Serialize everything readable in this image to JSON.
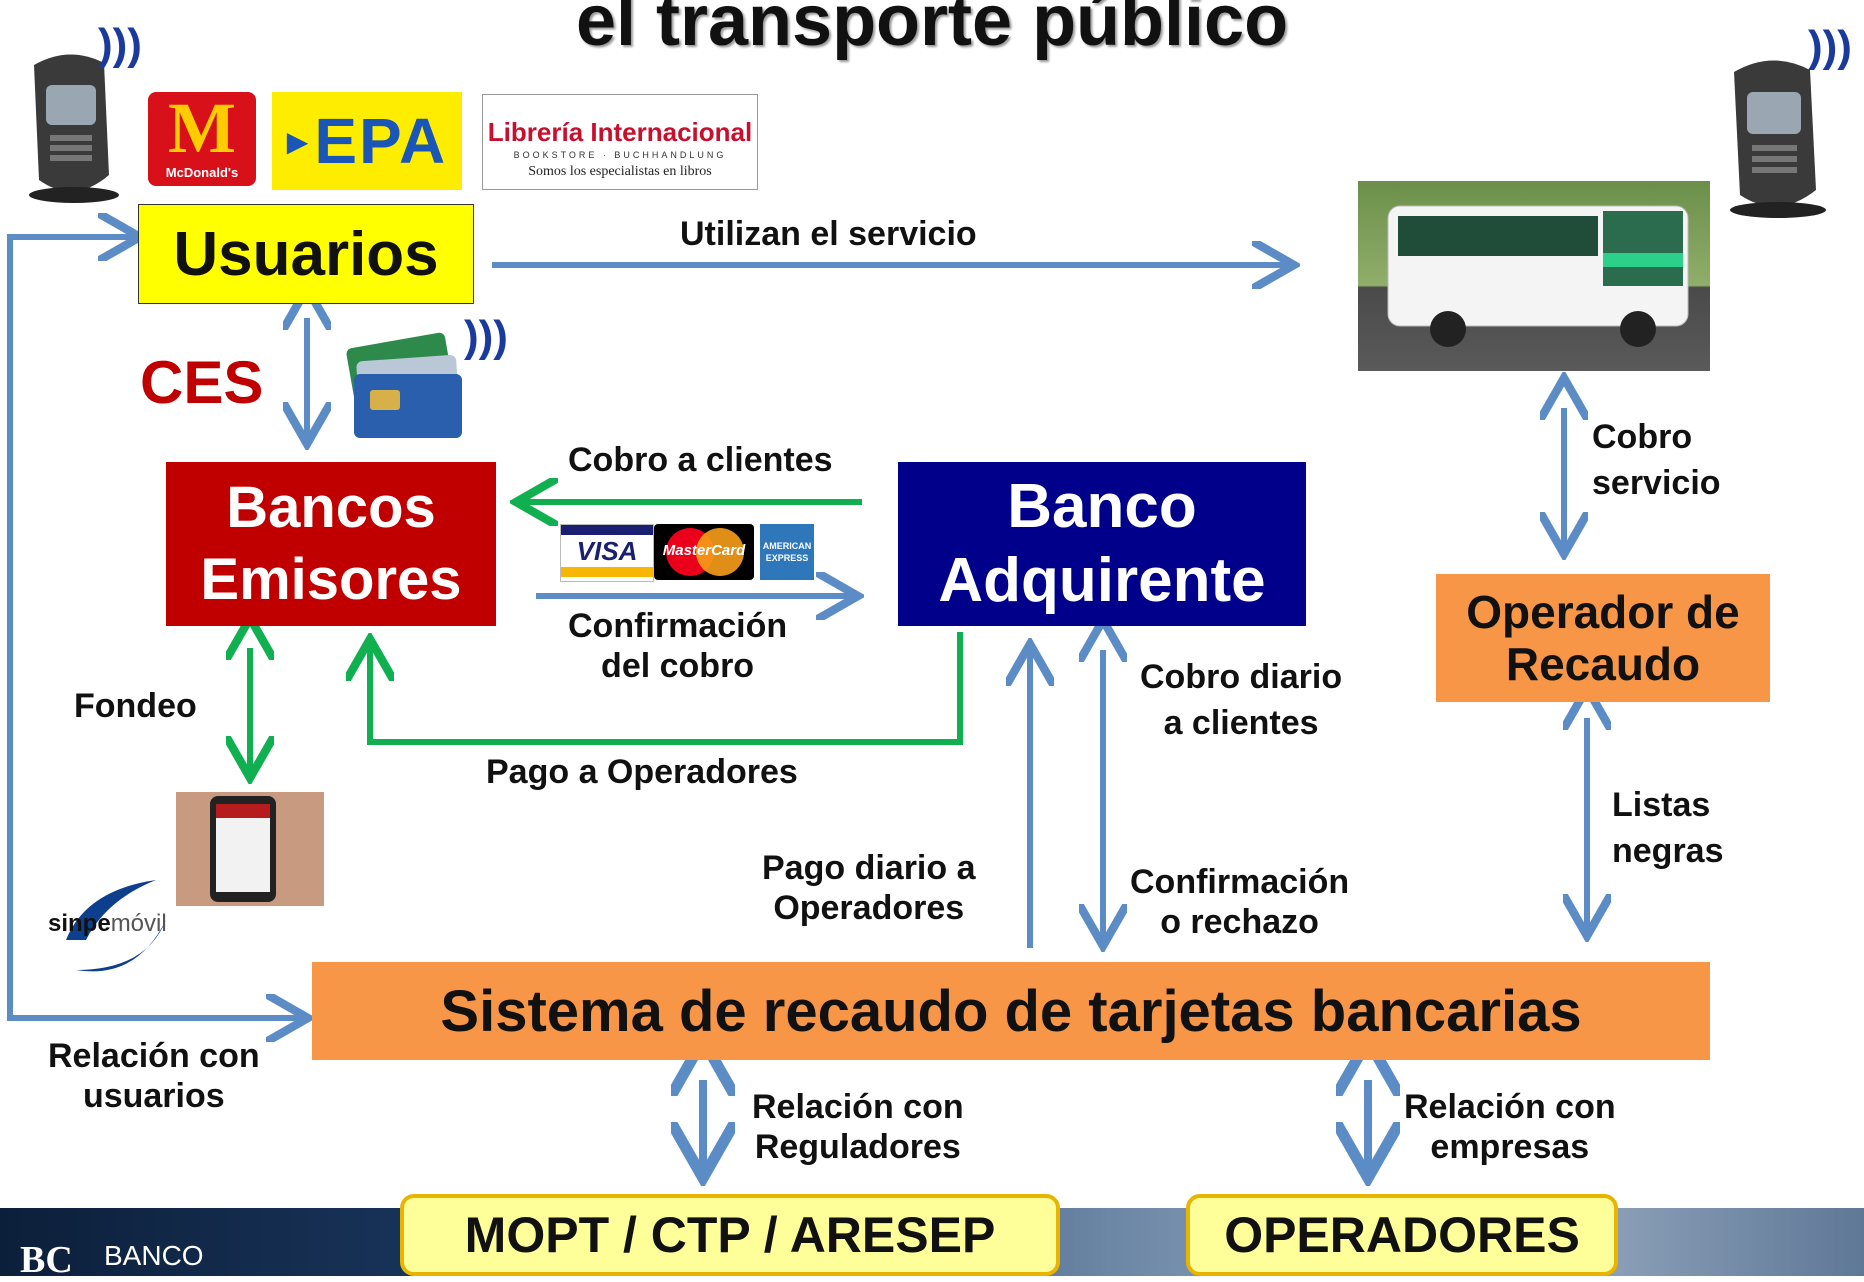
{
  "title": "el transporte público",
  "logos": {
    "mcdonalds": "McDonald's",
    "epa": "EPA",
    "libreria_name": "Librería Internacional",
    "libreria_sub": "BOOKSTORE · BUCHHANDLUNG",
    "libreria_tagline": "Somos los especialistas en libros",
    "visa": "VISA",
    "mastercard": "MasterCard",
    "amex": "AMERICAN EXPRESS",
    "sinpe_bold": "sinpe",
    "sinpe_light": "móvil",
    "bank": "BANCO"
  },
  "boxes": {
    "usuarios": "Usuarios",
    "bancos_emisores_1": "Bancos",
    "bancos_emisores_2": "Emisores",
    "banco_adquirente_1": "Banco",
    "banco_adquirente_2": "Adquirente",
    "operador_1": "Operador de",
    "operador_2": "Recaudo",
    "sistema": "Sistema de recaudo de tarjetas bancarias",
    "mopt": "MOPT / CTP / ARESEP",
    "operadores": "OPERADORES"
  },
  "labels": {
    "ces": "CES",
    "utilizan": "Utilizan el servicio",
    "cobro_clientes": "Cobro a clientes",
    "confirmacion_1": "Confirmación",
    "confirmacion_2": "del cobro",
    "pago_operadores": "Pago a Operadores",
    "fondeo": "Fondeo",
    "cobro_servicio_1": "Cobro",
    "cobro_servicio_2": "servicio",
    "cobro_diario_1": "Cobro diario",
    "cobro_diario_2": "a clientes",
    "pago_diario_1": "Pago diario a",
    "pago_diario_2": "Operadores",
    "confirm_rechazo_1": "Confirmación",
    "confirm_rechazo_2": "o rechazo",
    "listas_1": "Listas",
    "listas_2": "negras",
    "rel_usuarios_1": "Relación con",
    "rel_usuarios_2": "usuarios",
    "rel_reguladores_1": "Relación con",
    "rel_reguladores_2": "Reguladores",
    "rel_empresas_1": "Relación con",
    "rel_empresas_2": "empresas"
  },
  "colors": {
    "usuarios_bg": "#ffff00",
    "bancos_emisores_bg": "#c00000",
    "banco_adquirente_bg": "#00008b",
    "operador_bg": "#f79646",
    "sistema_bg": "#f79646",
    "footer_box_bg": "#ffff99",
    "ces_text": "#c00000",
    "blue_arrow": "#5b8cc6",
    "green_arrow": "#10b050"
  }
}
